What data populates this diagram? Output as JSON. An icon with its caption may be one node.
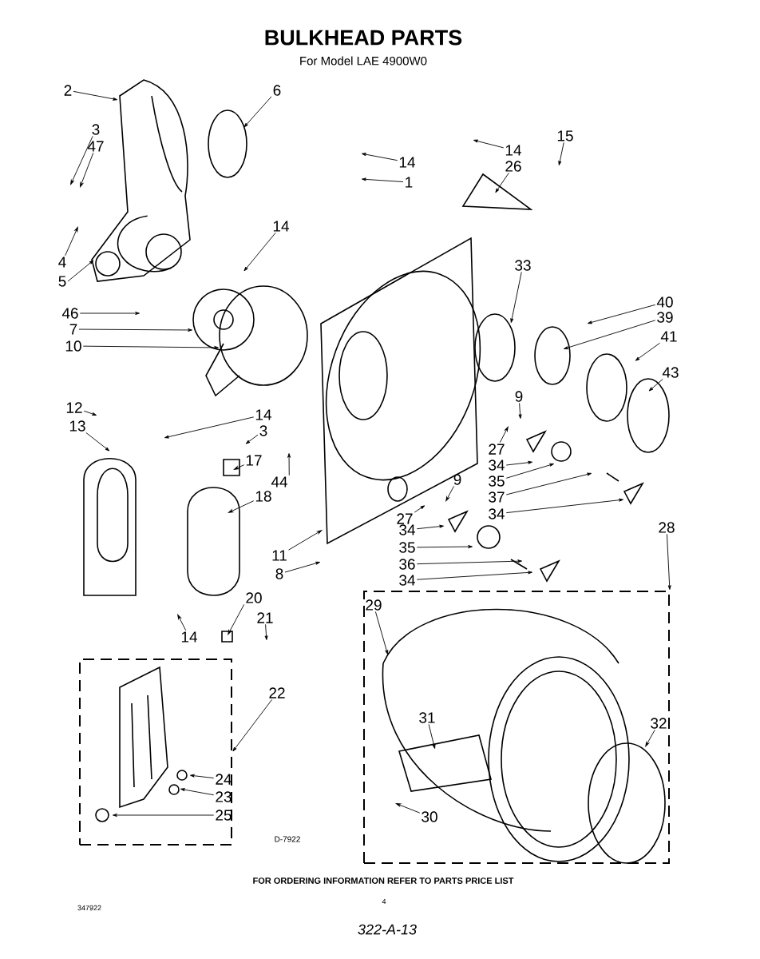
{
  "diagram": {
    "title": "BULKHEAD PARTS",
    "nodes": [
      {
        "text": [
          "2"
        ]
      },
      {
        "text": [
          "6"
        ]
      },
      {
        "text": [
          "3"
        ]
      },
      {
        "text": [
          "47"
        ]
      },
      {
        "text": [
          "14"
        ]
      },
      {
        "text": [
          "1"
        ]
      },
      {
        "text": [
          "14"
        ]
      },
      {
        "text": [
          "26"
        ]
      },
      {
        "text": [
          "15"
        ]
      },
      {
        "text": [
          "14"
        ]
      },
      {
        "text": [
          "4"
        ]
      },
      {
        "text": [
          "5"
        ]
      },
      {
        "text": [
          "33"
        ]
      },
      {
        "text": [
          "40"
        ]
      },
      {
        "text": [
          "39"
        ]
      },
      {
        "text": [
          "41"
        ]
      },
      {
        "text": [
          "43"
        ]
      },
      {
        "text": [
          "46"
        ]
      },
      {
        "text": [
          "7"
        ]
      },
      {
        "text": [
          "10"
        ]
      },
      {
        "text": [
          "12"
        ]
      },
      {
        "text": [
          "13"
        ]
      },
      {
        "text": [
          "14"
        ]
      },
      {
        "text": [
          "3"
        ]
      },
      {
        "text": [
          "17"
        ]
      },
      {
        "text": [
          "44"
        ]
      },
      {
        "text": [
          "18"
        ]
      },
      {
        "text": [
          "9"
        ]
      },
      {
        "text": [
          "27"
        ]
      },
      {
        "text": [
          "34"
        ]
      },
      {
        "text": [
          "35"
        ]
      },
      {
        "text": [
          "37"
        ]
      },
      {
        "text": [
          "34"
        ]
      },
      {
        "text": [
          "9"
        ]
      },
      {
        "text": [
          "27"
        ]
      },
      {
        "text": [
          "34"
        ]
      },
      {
        "text": [
          "35"
        ]
      },
      {
        "text": [
          "36"
        ]
      },
      {
        "text": [
          "34"
        ]
      },
      {
        "text": [
          "28"
        ]
      },
      {
        "text": [
          "11"
        ]
      },
      {
        "text": [
          "8"
        ]
      },
      {
        "text": [
          "20"
        ]
      },
      {
        "text": [
          "21"
        ]
      },
      {
        "text": [
          "14"
        ]
      },
      {
        "text": [
          "22"
        ]
      },
      {
        "text": [
          "24"
        ],
        "in": 53
      },
      {
        "text": [
          "23"
        ],
        "in": 53
      },
      {
        "text": [
          "25"
        ],
        "in": 53
      },
      {
        "text": [
          "29"
        ],
        "in": 54
      },
      {
        "text": [
          "31"
        ],
        "in": 54
      },
      {
        "text": [
          "32"
        ],
        "in": 54
      },
      {
        "text": [
          "30"
        ],
        "in": 54
      },
      {
        "text": [],
        "shape": "box"
      },
      {
        "text": [],
        "shape": "box"
      }
    ],
    "edges": [
      {
        "from": 0,
        "to": null,
        "arrow": "to"
      },
      {
        "from": 1,
        "to": null,
        "arrow": "to"
      },
      {
        "from": 2,
        "to": null,
        "arrow": "to"
      },
      {
        "from": 3,
        "to": null,
        "arrow": "to"
      },
      {
        "from": 4,
        "to": null,
        "arrow": "to"
      },
      {
        "from": 5,
        "to": null,
        "arrow": "to"
      },
      {
        "from": 6,
        "to": null,
        "arrow": "to"
      },
      {
        "from": 7,
        "to": null,
        "arrow": "to"
      },
      {
        "from": 8,
        "to": null,
        "arrow": "to"
      },
      {
        "from": 9,
        "to": null,
        "arrow": "to"
      },
      {
        "from": 10,
        "to": null,
        "arrow": "to"
      },
      {
        "from": 11,
        "to": null,
        "arrow": "to"
      },
      {
        "from": 12,
        "to": null,
        "arrow": "to"
      },
      {
        "from": 13,
        "to": null,
        "arrow": "to"
      },
      {
        "from": 14,
        "to": null,
        "arrow": "to"
      },
      {
        "from": 15,
        "to": null,
        "arrow": "to"
      },
      {
        "from": 16,
        "to": null,
        "arrow": "to"
      },
      {
        "from": 17,
        "to": null,
        "arrow": "to"
      },
      {
        "from": 18,
        "to": null,
        "arrow": "to"
      },
      {
        "from": 19,
        "to": null,
        "arrow": "to"
      },
      {
        "from": 20,
        "to": null,
        "arrow": "to"
      },
      {
        "from": 21,
        "to": null,
        "arrow": "to"
      },
      {
        "from": 22,
        "to": null,
        "arrow": "to"
      },
      {
        "from": 23,
        "to": null,
        "arrow": "to"
      },
      {
        "from": 24,
        "to": null,
        "arrow": "to"
      },
      {
        "from": 25,
        "to": null,
        "arrow": "to"
      },
      {
        "from": 26,
        "to": null,
        "arrow": "to"
      },
      {
        "from": 27,
        "to": null,
        "arrow": "to"
      },
      {
        "from": 28,
        "to": null,
        "arrow": "to"
      },
      {
        "from": 29,
        "to": null,
        "arrow": "to"
      },
      {
        "from": 30,
        "to": null,
        "arrow": "to"
      },
      {
        "from": 31,
        "to": null,
        "arrow": "to"
      },
      {
        "from": 32,
        "to": null,
        "arrow": "to"
      },
      {
        "from": 33,
        "to": null,
        "arrow": "to"
      },
      {
        "from": 34,
        "to": null,
        "arrow": "to"
      },
      {
        "from": 35,
        "to": null,
        "arrow": "to"
      },
      {
        "from": 36,
        "to": null,
        "arrow": "to"
      },
      {
        "from": 37,
        "to": null,
        "arrow": "to"
      },
      {
        "from": 38,
        "to": null,
        "arrow": "to"
      },
      {
        "from": 39,
        "to": 54,
        "arrow": "to"
      },
      {
        "from": 40,
        "to": null,
        "arrow": "to"
      },
      {
        "from": 41,
        "to": null,
        "arrow": "to"
      },
      {
        "from": 42,
        "to": null,
        "arrow": "to"
      },
      {
        "from": 43,
        "to": null,
        "arrow": "to"
      },
      {
        "from": 44,
        "to": null,
        "arrow": "to"
      },
      {
        "from": 45,
        "to": 53,
        "arrow": "to"
      },
      {
        "from": 46,
        "to": null,
        "arrow": "to"
      },
      {
        "from": 47,
        "to": null,
        "arrow": "to"
      },
      {
        "from": 48,
        "to": null,
        "arrow": "to"
      },
      {
        "from": 49,
        "to": null,
        "arrow": "to"
      },
      {
        "from": 50,
        "to": null,
        "arrow": "to"
      },
      {
        "from": 51,
        "to": null,
        "arrow": "to"
      },
      {
        "from": 52,
        "to": null,
        "arrow": "to"
      }
    ],
    "labels": [
      "For Model LAE 4900W0",
      "D-7922",
      "FOR ORDERING INFORMATION REFER TO PARTS PRICE LIST",
      "347922",
      "4",
      "322-A-13"
    ]
  }
}
